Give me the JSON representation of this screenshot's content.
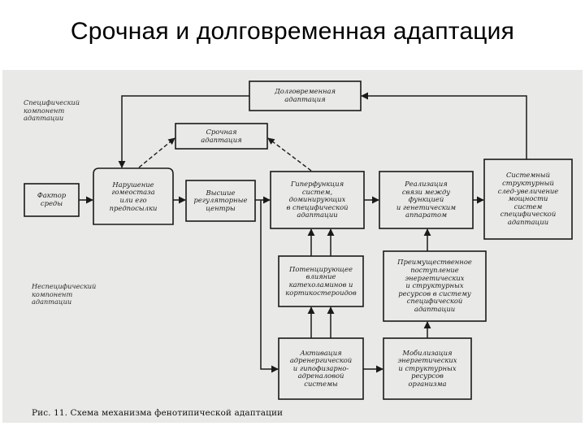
{
  "title": "Срочная и долговременная адаптация",
  "diagram": {
    "labels": {
      "long_term": "Долговременная\nадаптация",
      "urgent": "Срочная\nадаптация",
      "factor": "Фактор\nсреды",
      "disturbance": "Нарушение\nгомеостаза\nили его\nпредпосылки",
      "regulatory": "Высшие\nрегуляторные\nцентры",
      "hyperfunction": "Гиперфункция\nсистем,\nдоминирующих\nв специфической\nадаптации",
      "realization": "Реализация\nсвязи между\nфункцией\nи генетическим\nаппаратом",
      "structural": "Системный\nструктурный\nслед-увеличение\nмощности\nсистем\nспецифической\nадаптации",
      "potentiating": "Потенцирующее\nвлияние\nкатехоламинов и\nкортикостероидов",
      "preferential": "Преимущественное\nпоступление\nэнергетических\nи структурных\nресурсов в систему\nспецифической\nадаптации",
      "activation": "Активация\nадренергической\nи гипофизарно-\nадреналовой\nсистемы",
      "mobilization": "Мобилизация\nэнергетических\nи структурных\nресурсов\nорганизма"
    },
    "notes": {
      "specific": "Специфический\nкомпонент\nадаптации",
      "nonspecific": "Неспецифический\nкомпонент\nадаптации"
    },
    "caption": "Рис. 11. Схема механизма фенотипической адаптации"
  }
}
